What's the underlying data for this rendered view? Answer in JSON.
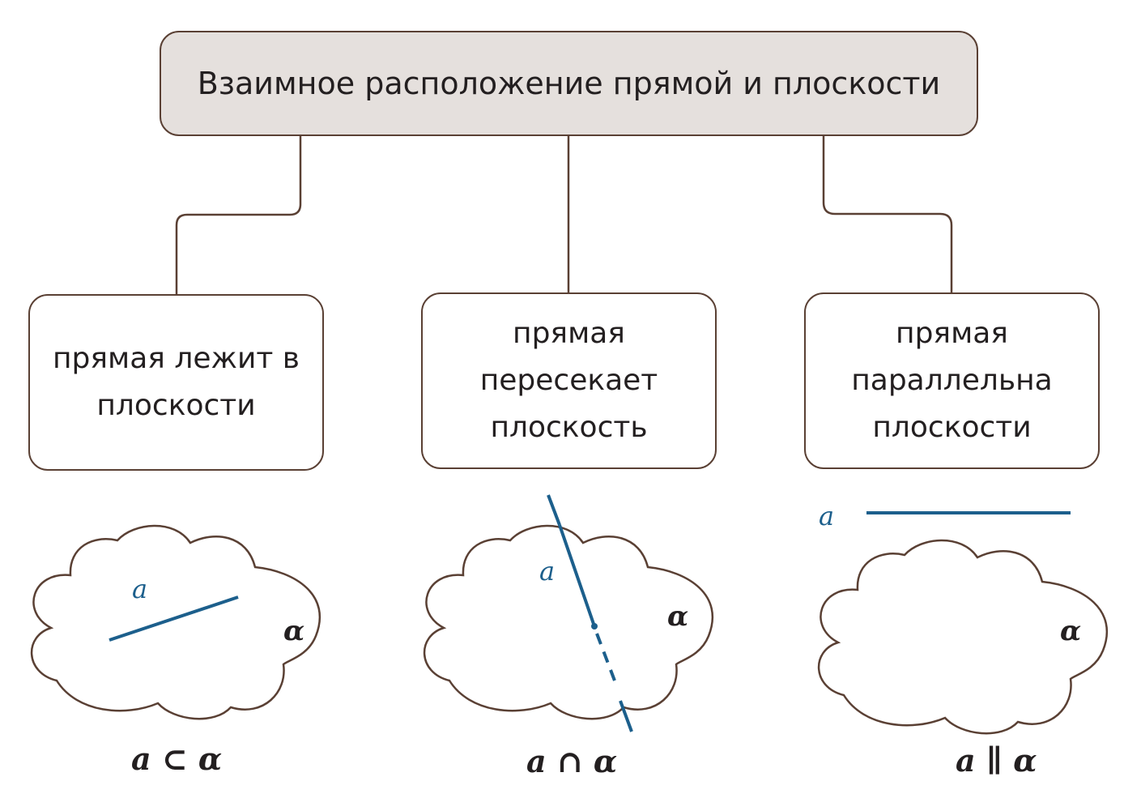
{
  "title": "Взаимное расположение прямой и плоскости",
  "cases": [
    {
      "label": "прямая лежит в\nплоскости",
      "line_label": "a",
      "plane_label": "α",
      "relation": "a ⊂ α"
    },
    {
      "label": "прямая\nпересекает\nплоскость",
      "line_label": "a",
      "plane_label": "α",
      "relation": "a ∩ α"
    },
    {
      "label": "прямая\nпараллельна\nплоскости",
      "line_label": "a",
      "plane_label": "α",
      "relation": "a ∥ α"
    }
  ],
  "colors": {
    "line": "#1c5f8c",
    "outline": "#5a4034",
    "title_fill": "#e5e0dd",
    "text": "#231f20"
  }
}
